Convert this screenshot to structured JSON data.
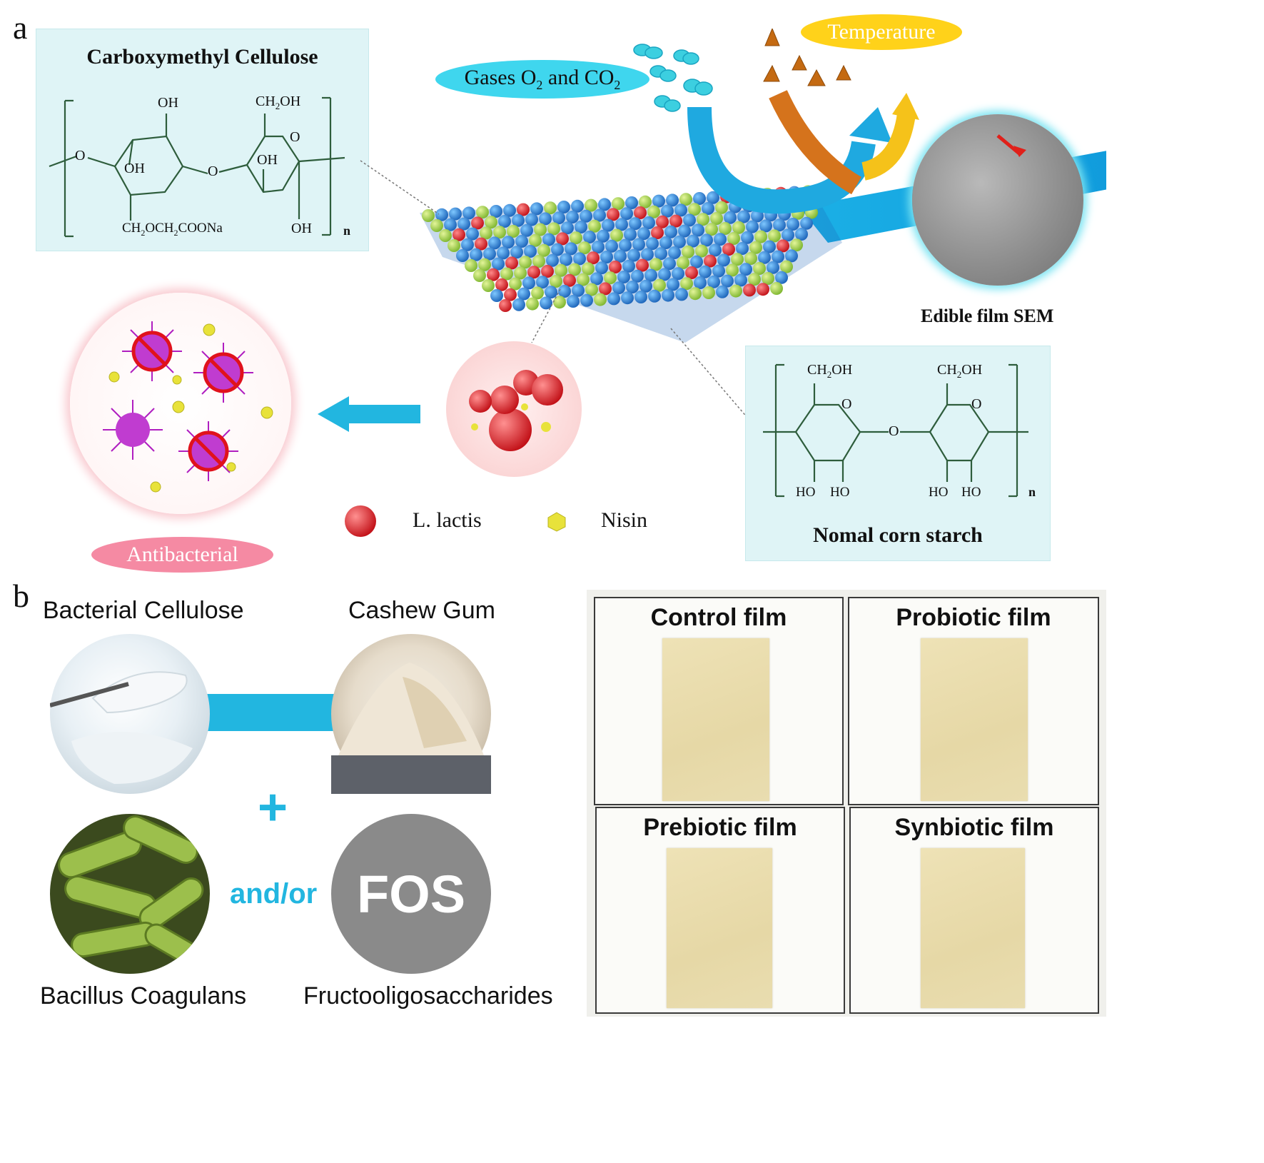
{
  "panel_a": {
    "letter": "a",
    "cmc": {
      "title": "Carboxymethyl Cellulose",
      "labels": {
        "oh_top": "OH",
        "ch2oh": "CH",
        "ch2oh_tail": "OH",
        "sub2": "2",
        "oh_ring1": "OH",
        "oh_ring2": "OH",
        "o_link": "O",
        "o_ring": "O",
        "o_left": "O",
        "substituent": "CH",
        "substituent_tail": "OCH",
        "substituent_tail2": "COONa",
        "oh_bottom": "OH",
        "n": "n"
      }
    },
    "gases_label": {
      "prefix": "Gases O",
      "sub1": "2",
      "middle": " and CO",
      "sub2": "2"
    },
    "temperature_label": "Temperature",
    "sem_label": "Edible film SEM",
    "starch": {
      "title": "Nomal corn starch",
      "labels": {
        "ch2oh_1": "CH",
        "ch2oh_1_tail": "OH",
        "ch2oh_2": "CH",
        "ch2oh_2_tail": "OH",
        "sub2": "2",
        "o_ring1": "O",
        "o_ring2": "O",
        "o_link": "O",
        "ho1": "HO",
        "ho2": "HO",
        "ho3": "HO",
        "ho4": "HO",
        "n": "n"
      }
    },
    "legend": {
      "item1": "L. lactis",
      "item2": "Nisin"
    },
    "antibacterial_label": "Antibacterial",
    "colors": {
      "film_blue": "#1e73c8",
      "film_green": "#8cc63f",
      "lactis_red": "#d9141b",
      "nisin_yellow": "#e8e23a",
      "bacteria_purple": "#b01ec0",
      "arrow_cyan": "#22b6e0",
      "pill_cyan": "#3fd6ee",
      "pill_yellow": "#ffd21a",
      "pill_pink": "#f58aa3"
    }
  },
  "panel_b": {
    "letter": "b",
    "items": {
      "bacterial_cellulose": "Bacterial Cellulose",
      "cashew_gum": "Cashew Gum",
      "bacillus": "Bacillus Coagulans",
      "fos_text": "FOS",
      "fos_caption": "Fructooligosaccharides"
    },
    "plus": "+",
    "andor": "and/or",
    "films": [
      "Control film",
      "Probiotic film",
      "Prebiotic film",
      "Synbiotic film"
    ],
    "colors": {
      "connector": "#22b6e0",
      "fos_gray": "#8a8a8a"
    }
  }
}
